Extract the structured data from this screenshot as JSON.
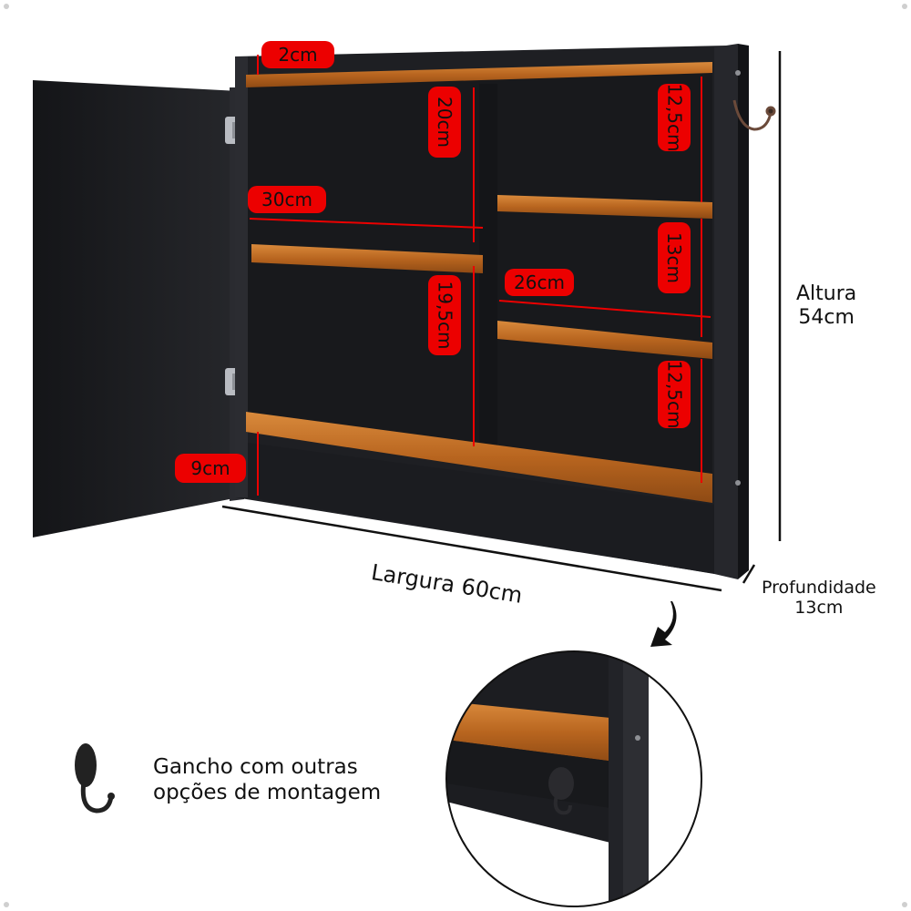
{
  "dimensions": {
    "top_gap": "2cm",
    "left_upper_height": "20cm",
    "left_width": "30cm",
    "left_lower_height": "19,5cm",
    "bottom_gap": "9cm",
    "right_top_height": "12,5cm",
    "right_middle_height": "13cm",
    "right_width": "26cm",
    "right_bottom_height": "12,5cm"
  },
  "overall": {
    "height_label": "Altura",
    "height_value": "54cm",
    "width_label": "Largura 60cm",
    "depth_label": "Profundidade",
    "depth_value": "13cm"
  },
  "hook_note": {
    "line1": "Gancho com outras",
    "line2": "opções de montagem"
  },
  "colors": {
    "cabinet_black": "#1c1d21",
    "wood": "#b8651f",
    "dimension_red": "#ec0000"
  }
}
